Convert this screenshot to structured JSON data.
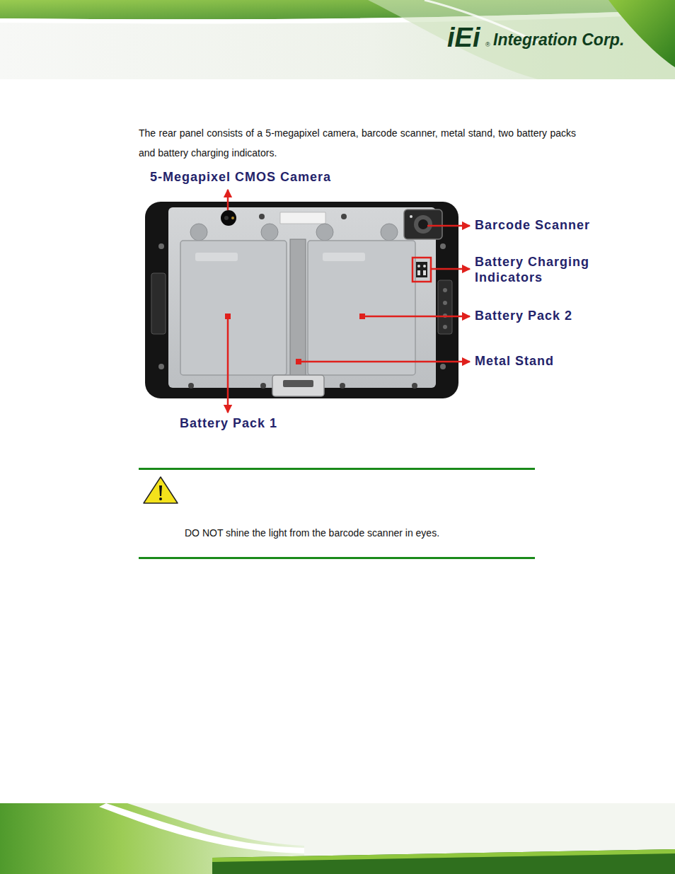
{
  "diagram": {
    "labels": [
      "iEi",
      "®",
      "Integration Corp.",
      "The rear panel consists of a 5-megapixel camera, barcode scanner, metal stand, two battery packs and battery charging indicators.",
      "5-Megapixel CMOS Camera",
      "Barcode Scanner",
      "Battery Charging Indicators",
      "Battery Pack 2",
      "Metal Stand",
      "Battery Pack 1",
      "DO NOT shine the light from the barcode scanner in eyes."
    ]
  }
}
